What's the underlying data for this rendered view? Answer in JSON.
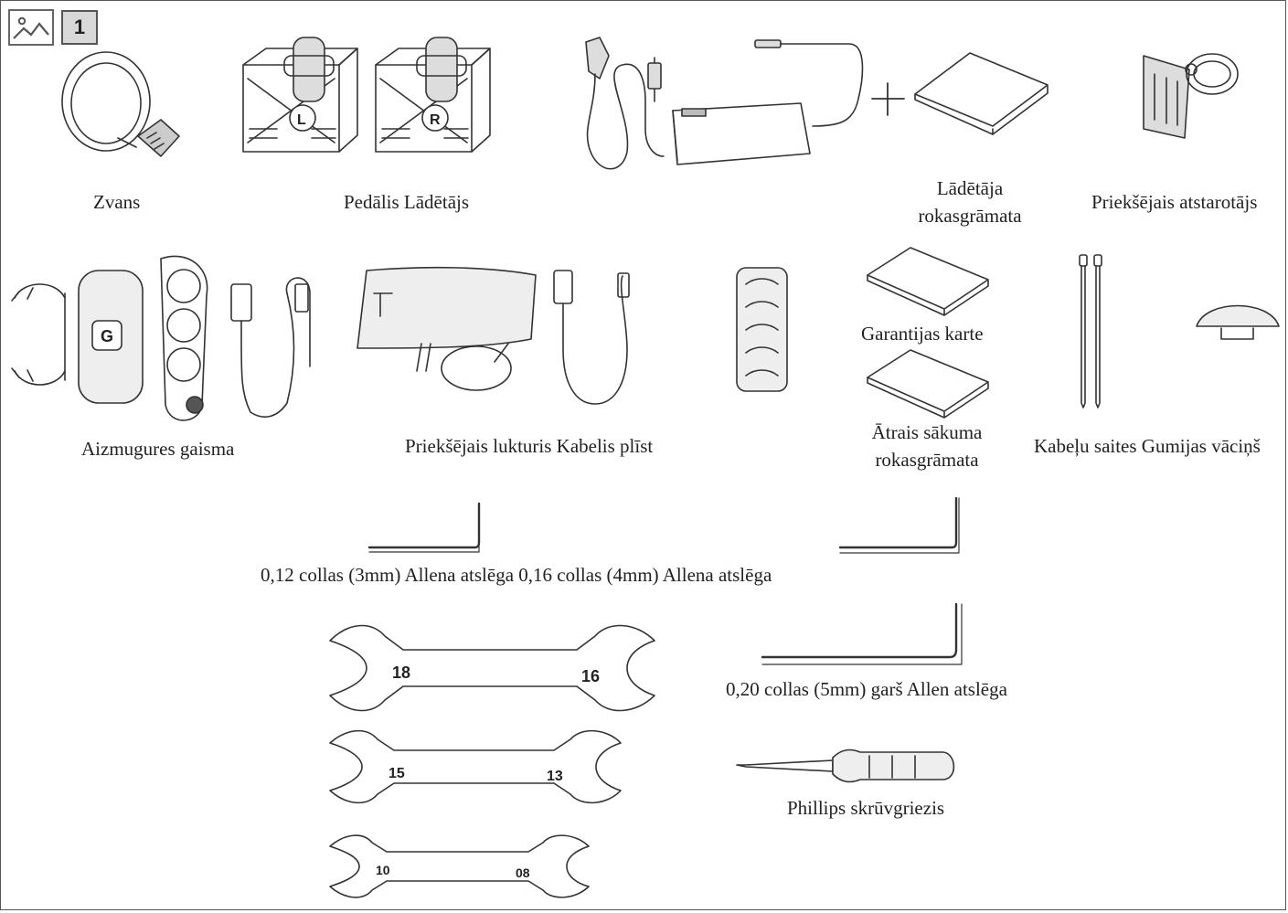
{
  "header": {
    "step_number": "1"
  },
  "labels": {
    "bell": "Zvans",
    "pedal_charger": "Pedālis Lādētājs",
    "charger_manual": "Lādētāja rokasgrāmata",
    "front_reflector": "Priekšējais atstarotājs",
    "rear_light": "Aizmugures gaisma",
    "front_light_cable": "Priekšējais lukturis Kabelis plīst",
    "warranty_card": "Garantijas karte",
    "quick_start": "Ātrais sākuma rokasgrāmata",
    "cable_ties_cap": "Kabeļu saites Gumijas vāciņš",
    "allen_3_4": "0,12 collas (3mm) Allena atslēga 0,16 collas (4mm) Allena atslēga",
    "allen_5_long": "0,20 collas (5mm) garš Allen atslēga",
    "screwdriver": "Phillips skrūvgriezis"
  },
  "pedals": {
    "left_mark": "L",
    "right_mark": "R"
  },
  "wrenches": [
    {
      "left": "18",
      "right": "16"
    },
    {
      "left": "15",
      "right": "13"
    },
    {
      "left": "10",
      "right": "08"
    }
  ],
  "rear_light_mark": "G",
  "icons": {
    "image": "image-icon",
    "plus": "plus-icon"
  }
}
